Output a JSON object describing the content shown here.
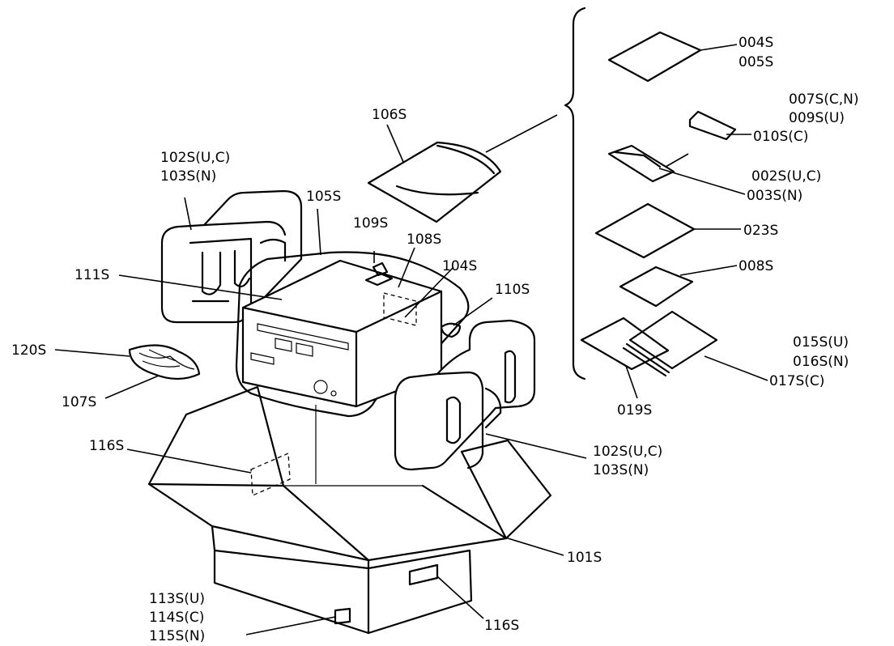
{
  "labels": {
    "l_004s": "004S",
    "l_005s": "005S",
    "l_007s": "007S(C,N)",
    "l_009s": "009S(U)",
    "l_010s": "010S(C)",
    "l_106s": "106S",
    "l_002s": "002S(U,C)",
    "l_003s_top": "003S(N)",
    "l_102s_top": "102S(U,C)",
    "l_103s_top": "103S(N)",
    "l_105s": "105S",
    "l_023s": "023S",
    "l_109s": "109S",
    "l_108s": "108S",
    "l_008s": "008S",
    "l_104s": "104S",
    "l_111s": "111S",
    "l_110s": "110S",
    "l_120s": "120S",
    "l_015s": "015S(U)",
    "l_016s": "016S(N)",
    "l_017s": "017S(C)",
    "l_107s": "107S",
    "l_019s": "019S",
    "l_116s_top": "116S",
    "l_102s_bot": "102S(U,C)",
    "l_103s_bot": "103S(N)",
    "l_101s": "101S",
    "l_113s": "113S(U)",
    "l_114s": "114S(C)",
    "l_115s": "115S(N)",
    "l_116s_bot": "116S"
  }
}
